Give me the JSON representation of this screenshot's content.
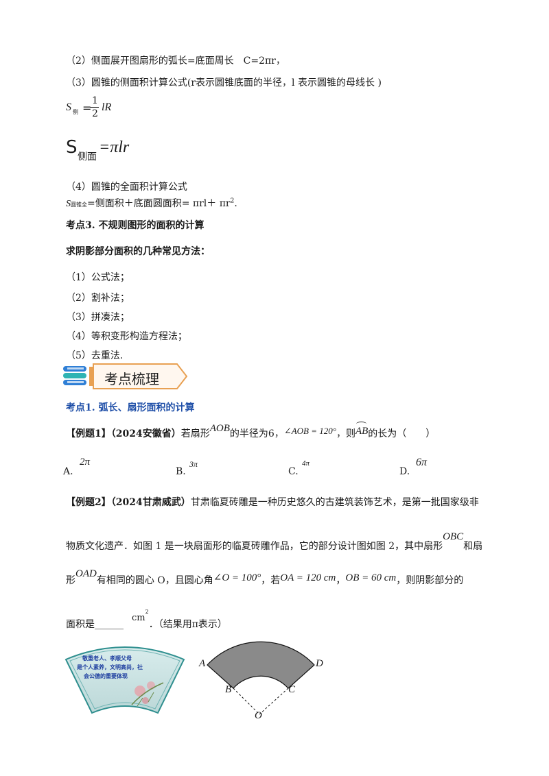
{
  "lines": {
    "l1": "（2）侧面展开图扇形的弧长=底面周长　C=2πr，",
    "l2": "（3）圆锥的侧面积计算公式(r表示圆锥底面的半径，l 表示圆锥的母线长 )",
    "f1_S": "S",
    "f1_sub": "侧",
    "f1_num": "1",
    "f1_den": "2",
    "f1_rest": "lR",
    "f2_S": "S",
    "f2_sub": "侧面",
    "f2_rest": "=πlr",
    "l3": "（4）圆锥的全面积计算公式",
    "l4_S": "S",
    "l4_sub": "圆锥全",
    "l4_text": "=侧面积＋底面圆面积= πrl＋ πr",
    "l4_sup": "2",
    "l4_end": ".",
    "h1": "考点3.  不规则图形的面积的计算",
    "h2": "求阴影部分面积的几种常见方法：",
    "m1": "（1）公式法；",
    "m2": "（2）割补法；",
    "m3": "（3）拼凑法；",
    "m4": "（4）等积变形构造方程法；",
    "m5": "（5）去重法."
  },
  "banner": {
    "title": "考点梳理"
  },
  "section": {
    "title": "考点1.  弧长、扇形面积的计算"
  },
  "ex1": {
    "label": "【例题1】",
    "source": "（2024安徽省）",
    "t1": "若扇形",
    "aob": "AOB",
    "t2": "的半径为6，",
    "angle": "∠AOB = 120°",
    "t3": "，则",
    "ab": "AB",
    "t4": "的长为（　　）",
    "opts": [
      {
        "k": "A.",
        "v": "2π"
      },
      {
        "k": "B.",
        "v": "3π"
      },
      {
        "k": "C.",
        "v": "4π"
      },
      {
        "k": "D.",
        "v": "6π"
      }
    ]
  },
  "ex2": {
    "label": "【例题2】",
    "source": "（2024甘肃威武）",
    "p1": "甘肃临夏砖雕是一种历史悠久的古建筑装饰艺术，是第一批国家级非",
    "p2a": "物质文化遗产．如图 1 是一块扇面形的临夏砖雕作品，它的部分设计图如图 2，其中扇形",
    "obc": "OBC",
    "p2b": "和扇",
    "p3a": "形",
    "oad": "OAD",
    "p3b": "有相同的圆心 O，且圆心角",
    "angleO": "∠O = 100°",
    "p3c": "，若",
    "oa": "OA = 120 cm",
    "comma": "，",
    "ob": "OB = 60 cm",
    "p3d": "，则阴影部分的",
    "p4a": "面积是______",
    "unit": "cm",
    "unit_sup": "2",
    "p4b": "．（结果用π表示）"
  },
  "fan": {
    "line1": "敬重老人、孝顺父母",
    "line2": "是个人素养，文明高尚，社",
    "line3": "会公德的重要体现"
  },
  "diagram": {
    "A": "A",
    "B": "B",
    "C": "C",
    "D": "D",
    "O": "O"
  }
}
